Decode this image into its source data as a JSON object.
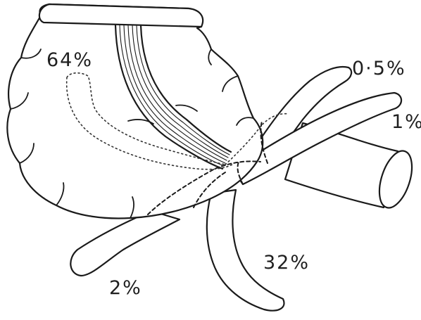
{
  "labels": {
    "sigmoid_region": "64%",
    "upper_branch": "0·5%",
    "right_branch": "1%",
    "lower_right_branch": "32%",
    "lower_left_branch": "2%"
  }
}
